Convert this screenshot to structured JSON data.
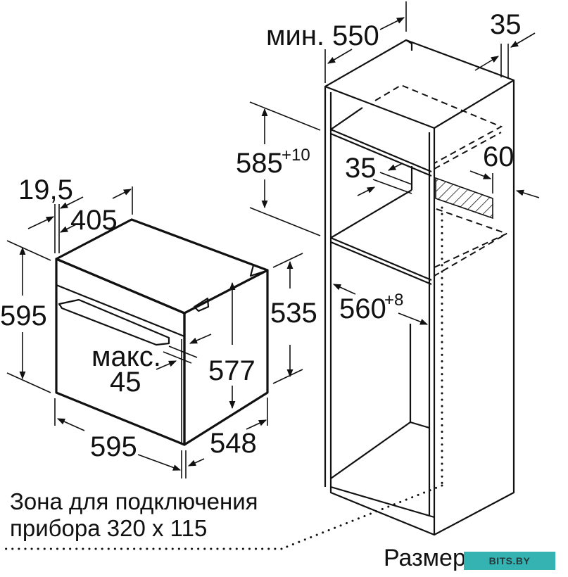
{
  "diagram": {
    "type": "built-in oven installation dimensions",
    "oven": {
      "dim_width_front": "595",
      "dim_height_front": "595",
      "dim_depth": "548",
      "dim_inner_height": "577",
      "dim_side_height": "535",
      "dim_top_width": "405",
      "dim_front_thickness": "19,5",
      "dim_max_label": "макс.",
      "dim_max_value": "45"
    },
    "cabinet": {
      "dim_min_label": "мин.",
      "dim_min_depth": "550",
      "dim_top_rear": "35",
      "dim_niche_height": "585",
      "dim_niche_height_tol": "+10",
      "dim_rear_gap": "35",
      "dim_vent": "60",
      "dim_niche_width": "560",
      "dim_niche_width_tol": "+8"
    },
    "caption_line1": "Зона для подключения",
    "caption_line2": "прибора 320 x 115",
    "footer_text": "Размеры в мм",
    "watermark": {
      "text": "BITS.BY",
      "color": "#35b3b3"
    }
  }
}
